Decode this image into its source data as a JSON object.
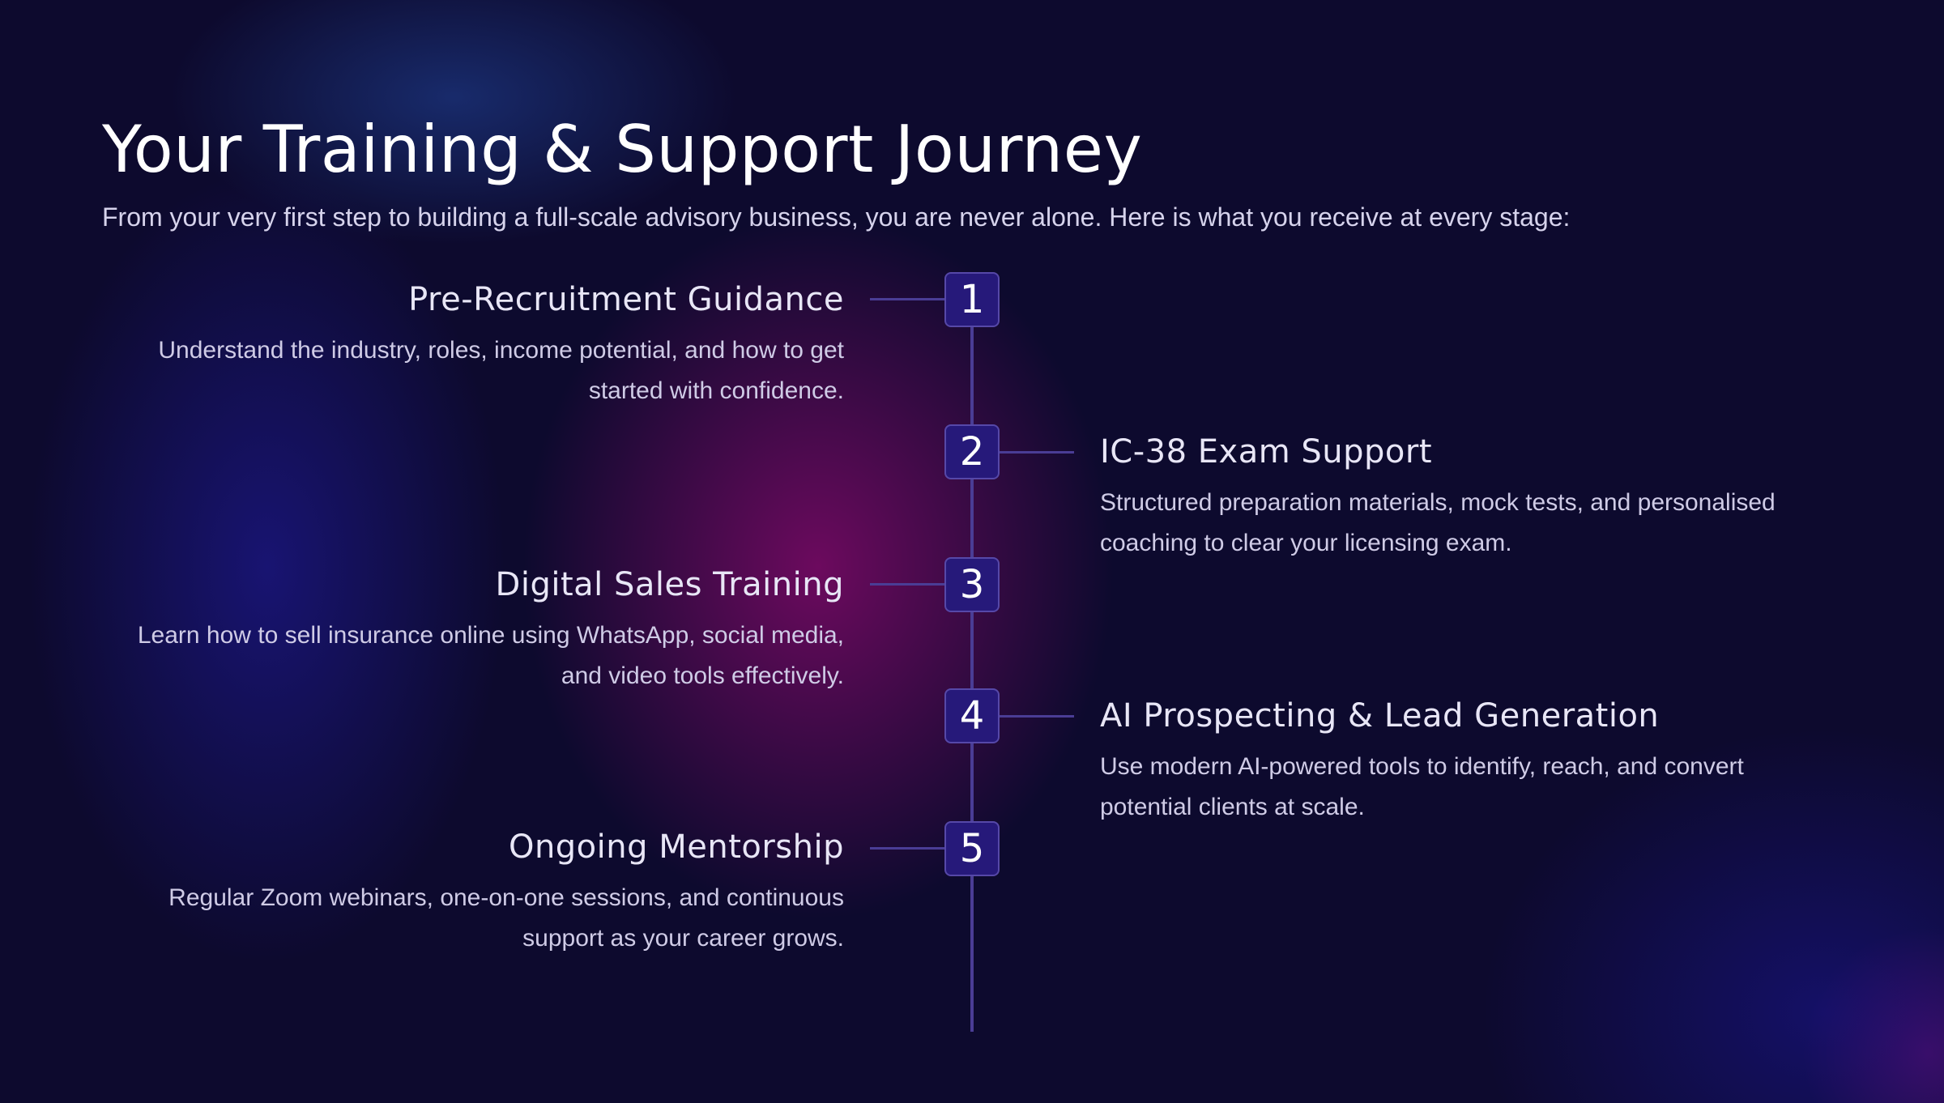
{
  "title": "Your Training & Support Journey",
  "subtitle": "From your very first step to building a full-scale advisory business, you are never alone. Here is what you receive at every stage:",
  "colors": {
    "background": "#0d0a2e",
    "timeline": "#4a3d95",
    "badge": "#26197a",
    "text": "#ffffff"
  },
  "steps": [
    {
      "number": "1",
      "heading": "Pre-Recruitment Guidance",
      "text": "Understand the industry, roles, income potential, and how to get started with confidence."
    },
    {
      "number": "2",
      "heading": "IC-38 Exam Support",
      "text": "Structured preparation materials, mock tests, and personalised coaching to clear your licensing exam."
    },
    {
      "number": "3",
      "heading": "Digital Sales Training",
      "text": "Learn how to sell insurance online using WhatsApp, social media, and video tools effectively."
    },
    {
      "number": "4",
      "heading": "AI Prospecting & Lead Generation",
      "text": "Use modern AI-powered tools to identify, reach, and convert potential clients at scale."
    },
    {
      "number": "5",
      "heading": "Ongoing Mentorship",
      "text": "Regular Zoom webinars, one-on-one sessions, and continuous support as your career grows."
    }
  ]
}
